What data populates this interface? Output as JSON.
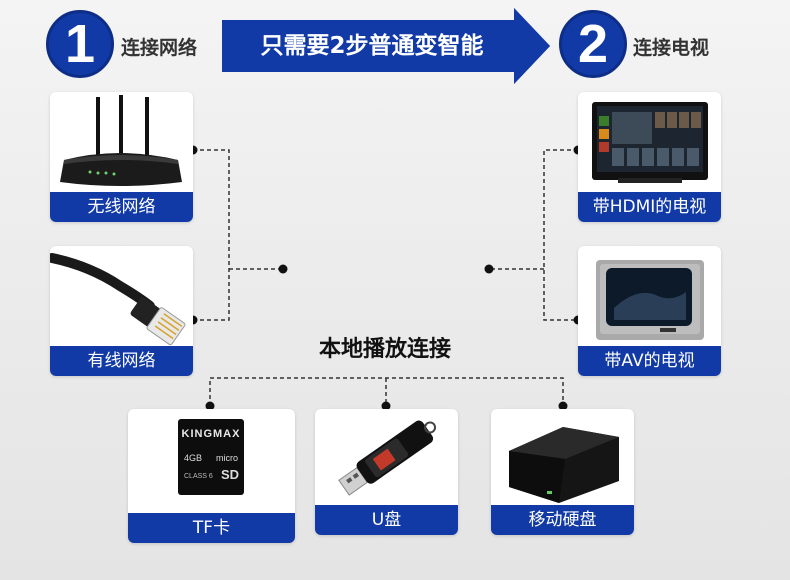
{
  "steps": [
    {
      "number": "1",
      "label": "连接网络"
    },
    {
      "number": "2",
      "label": "连接电视"
    }
  ],
  "banner": {
    "text": "只需要2步普通变智能"
  },
  "network": [
    {
      "label": "无线网络",
      "icon": "wifi-router-icon"
    },
    {
      "label": "有线网络",
      "icon": "ethernet-cable-icon"
    }
  ],
  "tv": [
    {
      "label": "带HDMI的电视",
      "icon": "flat-tv-icon"
    },
    {
      "label": "带AV的电视",
      "icon": "crt-tv-icon"
    }
  ],
  "local": {
    "title": "本地播放连接",
    "devices": [
      {
        "label": "TF卡",
        "icon": "microsd-card-icon",
        "brand": "KINGMAX",
        "capacity": "4GB",
        "micro": "micro",
        "sd": "SD",
        "class": "CLASS",
        "class_num": "6"
      },
      {
        "label": "U盘",
        "icon": "usb-drive-icon"
      },
      {
        "label": "移动硬盘",
        "icon": "external-hdd-icon"
      }
    ]
  },
  "colors": {
    "accent": "#123aa6",
    "line": "#333333"
  }
}
